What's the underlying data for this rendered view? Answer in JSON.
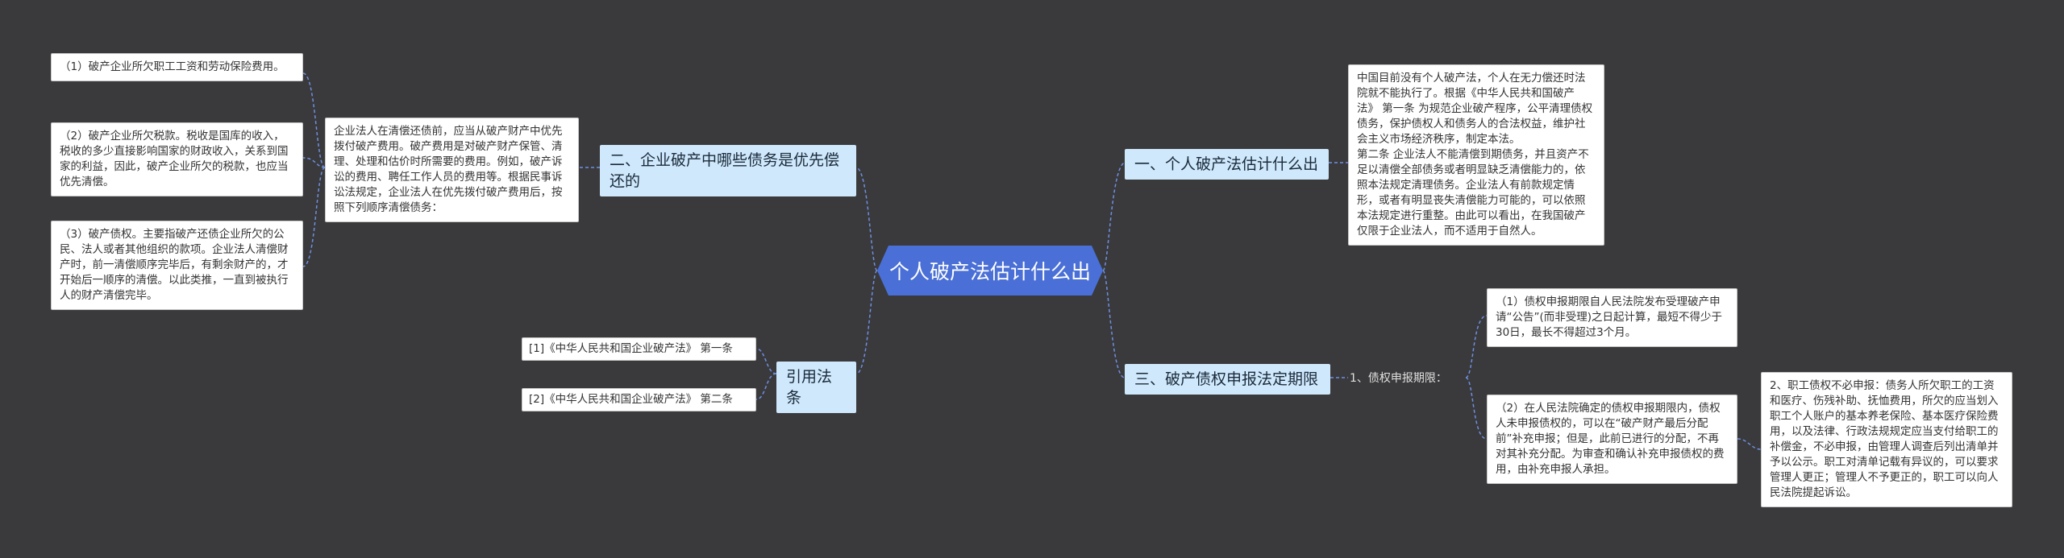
{
  "root": {
    "title": "个人破产法估计什么出"
  },
  "branches": {
    "right1": {
      "label": "一、个人破产法估计什么出",
      "text": "中国目前没有个人破产法，个人在无力偿还时法院就不能执行了。根据《中华人民共和国破产法》 第一条 为规范企业破产程序，公平清理债权债务，保护债权人和债务人的合法权益，维护社会主义市场经济秩序，制定本法。\n第二条 企业法人不能清偿到期债务，并且资产不足以清偿全部债务或者明显缺乏清偿能力的，依照本法规定清理债务。企业法人有前款规定情形，或者有明显丧失清偿能力可能的，可以依照本法规定进行重整。由此可以看出，在我国破产仅限于企业法人，而不适用于自然人。"
    },
    "right2": {
      "label": "三、破产债权申报法定期限",
      "sub_label": "1、债权申报期限：",
      "items": [
        "（1）债权申报期限自人民法院发布受理破产申请“公告”(而非受理)之日起计算，最短不得少于30日，最长不得超过3个月。",
        "（2）在人民法院确定的债权申报期限内，债权人未申报债权的，可以在“破产财产最后分配前”补充申报；但是，此前已进行的分配，不再对其补充分配。为审查和确认补充申报债权的费用，由补充申报人承担。"
      ],
      "extra": "2、职工债权不必申报：债务人所欠职工的工资和医疗、伤残补助、抚恤费用，所欠的应当划入职工个人账户的基本养老保险、基本医疗保险费用，以及法律、行政法规规定应当支付给职工的补偿金，不必申报，由管理人调查后列出清单并予以公示。职工对清单记载有异议的，可以要求管理人更正；管理人不予更正的，职工可以向人民法院提起诉讼。"
    },
    "left1": {
      "label": "二、企业破产中哪些债务是优先偿还的",
      "text": "企业法人在清偿还债前，应当从破产财产中优先拨付破产费用。破产费用是对破产财产保管、清理、处理和估价时所需要的费用。例如，破产诉讼的费用、聘任工作人员的费用等。根据民事诉讼法规定，企业法人在优先拨付破产费用后，按照下列顺序清偿债务：",
      "items": [
        "（1）破产企业所欠职工工资和劳动保险费用。",
        "（2）破产企业所欠税款。税收是国库的收入，税收的多少直接影响国家的财政收入，关系到国家的利益，因此，破产企业所欠的税款，也应当优先清偿。",
        "（3）破产债权。主要指破产还债企业所欠的公民、法人或者其他组织的款项。企业法人清偿财产时，前一清偿顺序完毕后，有剩余财产的，才开始后一顺序的清偿。以此类推，一直到被执行人的财产清偿完毕。"
      ]
    },
    "left2": {
      "label": "引用法条",
      "items": [
        "[1]《中华人民共和国企业破产法》 第一条",
        "[2]《中华人民共和国企业破产法》 第二条"
      ]
    }
  },
  "colors": {
    "root": "#4a6fd6",
    "branch": "#cfe8fb",
    "line": "#6f8fe0",
    "background": "#3a3a3c"
  }
}
